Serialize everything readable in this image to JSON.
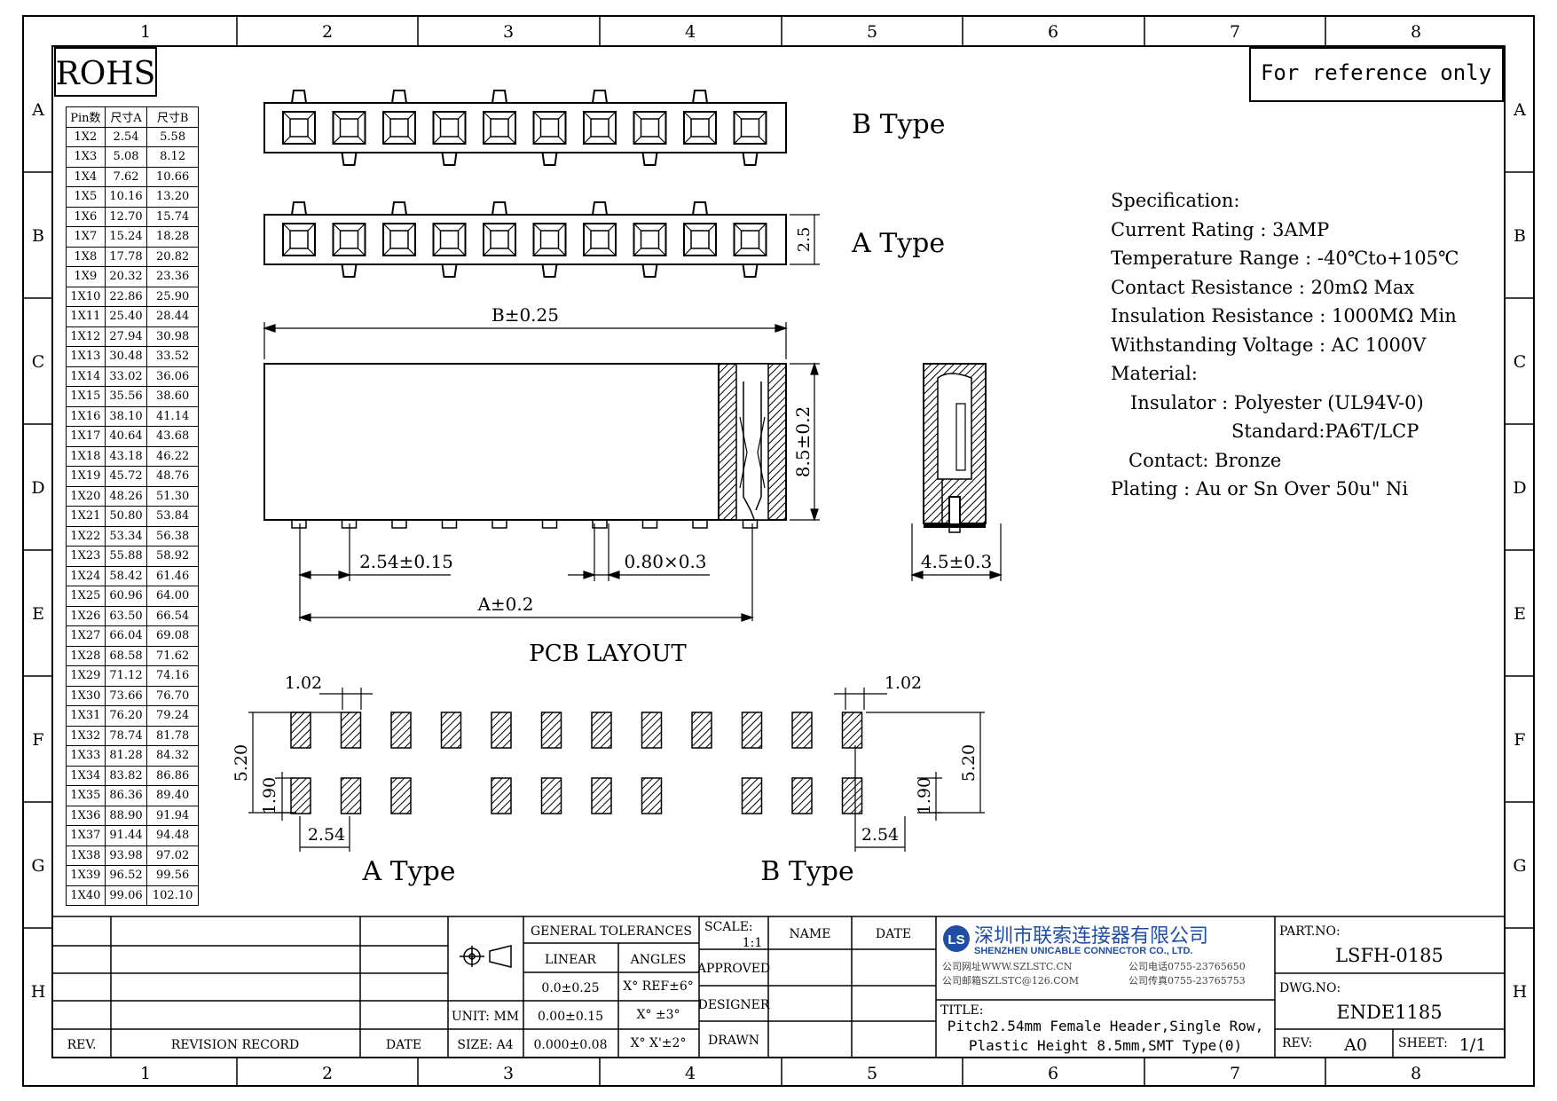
{
  "border": {
    "columns": [
      "1",
      "2",
      "3",
      "4",
      "5",
      "6",
      "7",
      "8"
    ],
    "rows": [
      "A",
      "B",
      "C",
      "D",
      "E",
      "F",
      "G",
      "H"
    ]
  },
  "badges": {
    "rohs": "ROHS",
    "reference": "For reference only"
  },
  "pin_table": {
    "headers": [
      "Pin数",
      "尺寸A",
      "尺寸B"
    ],
    "rows": [
      [
        "1X2",
        "2.54",
        "5.58"
      ],
      [
        "1X3",
        "5.08",
        "8.12"
      ],
      [
        "1X4",
        "7.62",
        "10.66"
      ],
      [
        "1X5",
        "10.16",
        "13.20"
      ],
      [
        "1X6",
        "12.70",
        "15.74"
      ],
      [
        "1X7",
        "15.24",
        "18.28"
      ],
      [
        "1X8",
        "17.78",
        "20.82"
      ],
      [
        "1X9",
        "20.32",
        "23.36"
      ],
      [
        "1X10",
        "22.86",
        "25.90"
      ],
      [
        "1X11",
        "25.40",
        "28.44"
      ],
      [
        "1X12",
        "27.94",
        "30.98"
      ],
      [
        "1X13",
        "30.48",
        "33.52"
      ],
      [
        "1X14",
        "33.02",
        "36.06"
      ],
      [
        "1X15",
        "35.56",
        "38.60"
      ],
      [
        "1X16",
        "38.10",
        "41.14"
      ],
      [
        "1X17",
        "40.64",
        "43.68"
      ],
      [
        "1X18",
        "43.18",
        "46.22"
      ],
      [
        "1X19",
        "45.72",
        "48.76"
      ],
      [
        "1X20",
        "48.26",
        "51.30"
      ],
      [
        "1X21",
        "50.80",
        "53.84"
      ],
      [
        "1X22",
        "53.34",
        "56.38"
      ],
      [
        "1X23",
        "55.88",
        "58.92"
      ],
      [
        "1X24",
        "58.42",
        "61.46"
      ],
      [
        "1X25",
        "60.96",
        "64.00"
      ],
      [
        "1X26",
        "63.50",
        "66.54"
      ],
      [
        "1X27",
        "66.04",
        "69.08"
      ],
      [
        "1X28",
        "68.58",
        "71.62"
      ],
      [
        "1X29",
        "71.12",
        "74.16"
      ],
      [
        "1X30",
        "73.66",
        "76.70"
      ],
      [
        "1X31",
        "76.20",
        "79.24"
      ],
      [
        "1X32",
        "78.74",
        "81.78"
      ],
      [
        "1X33",
        "81.28",
        "84.32"
      ],
      [
        "1X34",
        "83.82",
        "86.86"
      ],
      [
        "1X35",
        "86.36",
        "89.40"
      ],
      [
        "1X36",
        "88.90",
        "91.94"
      ],
      [
        "1X37",
        "91.44",
        "94.48"
      ],
      [
        "1X38",
        "93.98",
        "97.02"
      ],
      [
        "1X39",
        "96.52",
        "99.56"
      ],
      [
        "1X40",
        "99.06",
        "102.10"
      ]
    ]
  },
  "drawing": {
    "b_type_label": "B Type",
    "a_type_label": "A Type",
    "dim_height_top": "2.5",
    "dim_b": "B±0.25",
    "dim_height": "8.5±0.2",
    "dim_pitch": "2.54±0.15",
    "dim_pin": "0.80×0.3",
    "dim_a": "A±0.2",
    "dim_width": "4.5±0.3",
    "pcb_title": "PCB LAYOUT",
    "pad_w_left": "1.02",
    "pad_w_right": "1.02",
    "span_left": "5.20",
    "span_right": "5.20",
    "pad_h_left": "1.90",
    "pad_h_right": "1.90",
    "pitch_left": "2.54",
    "pitch_right": "2.54",
    "pcb_a_label": "A Type",
    "pcb_b_label": "B Type"
  },
  "specification": {
    "title": "Specification:",
    "current": "Current Rating : 3AMP",
    "temperature": "Temperature Range : -40℃to+105℃",
    "contact_res": "Contact Resistance : 20mΩ Max",
    "insulation": "Insulation Resistance : 1000MΩ Min",
    "voltage": "Withstanding Voltage : AC 1000V",
    "material": "Material:",
    "insulator": "Insulator : Polyester (UL94V-0)",
    "standard": "Standard:PA6T/LCP",
    "contact": "Contact: Bronze",
    "plating": "Plating : Au or Sn Over 50u\" Ni"
  },
  "title_block": {
    "rev_col": "REV.",
    "revision_record": "REVISION RECORD",
    "date_col": "DATE",
    "unit": "UNIT: MM",
    "size": "SIZE: A4",
    "general_tol": "GENERAL TOLERANCES",
    "linear": "LINEAR",
    "angles": "ANGLES",
    "lin1": "0.0±0.25",
    "lin2": "0.00±0.15",
    "lin3": "0.000±0.08",
    "ang1": "X° REF±6°",
    "ang2": "X° ±3°",
    "ang3": "X° X'±2°",
    "scale_label": "SCALE:",
    "scale_value": "1:1",
    "name_col": "NAME",
    "date_col2": "DATE",
    "approved": "APPROVED",
    "designer": "DESIGNER",
    "drawn": "DRAWN",
    "company_cn": "深圳市联索连接器有限公司",
    "company_en": "SHENZHEN UNICABLE CONNECTOR CO., LTD.",
    "web": "公司网址WWW.SZLSTC.CN",
    "email": "公司邮箱SZLSTC@126.COM",
    "tel": "公司电话0755-23765650",
    "fax": "公司传真0755-23765753",
    "title_label": "TITLE:",
    "title_line1": "Pitch2.54mm Female Header,Single Row,",
    "title_line2": "Plastic Height 8.5mm,SMT Type(0)",
    "part_no_label": "PART.NO:",
    "part_no": "LSFH-0185",
    "dwg_no_label": "DWG.NO:",
    "dwg_no": "ENDE1185",
    "rev_label": "REV:",
    "rev_value": "A0",
    "sheet_label": "SHEET:",
    "sheet_value": "1/1"
  }
}
